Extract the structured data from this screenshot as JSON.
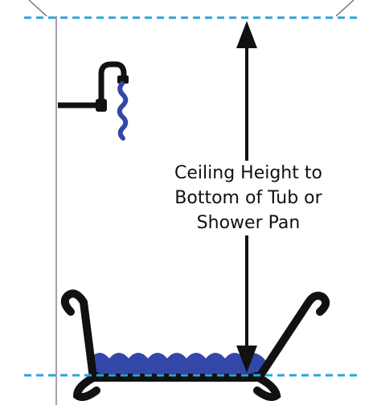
{
  "caption": {
    "lines": [
      "Ceiling Height to",
      "Bottom of Tub or",
      "Shower Pan"
    ]
  },
  "colors": {
    "guide_line": "#29a3e0",
    "water": "#3347a8",
    "outline": "#111111",
    "wall": "#555555"
  },
  "icons": {
    "faucet": "shower-faucet-icon",
    "tub": "bathtub-icon",
    "arrow": "double-headed-arrow-icon"
  }
}
